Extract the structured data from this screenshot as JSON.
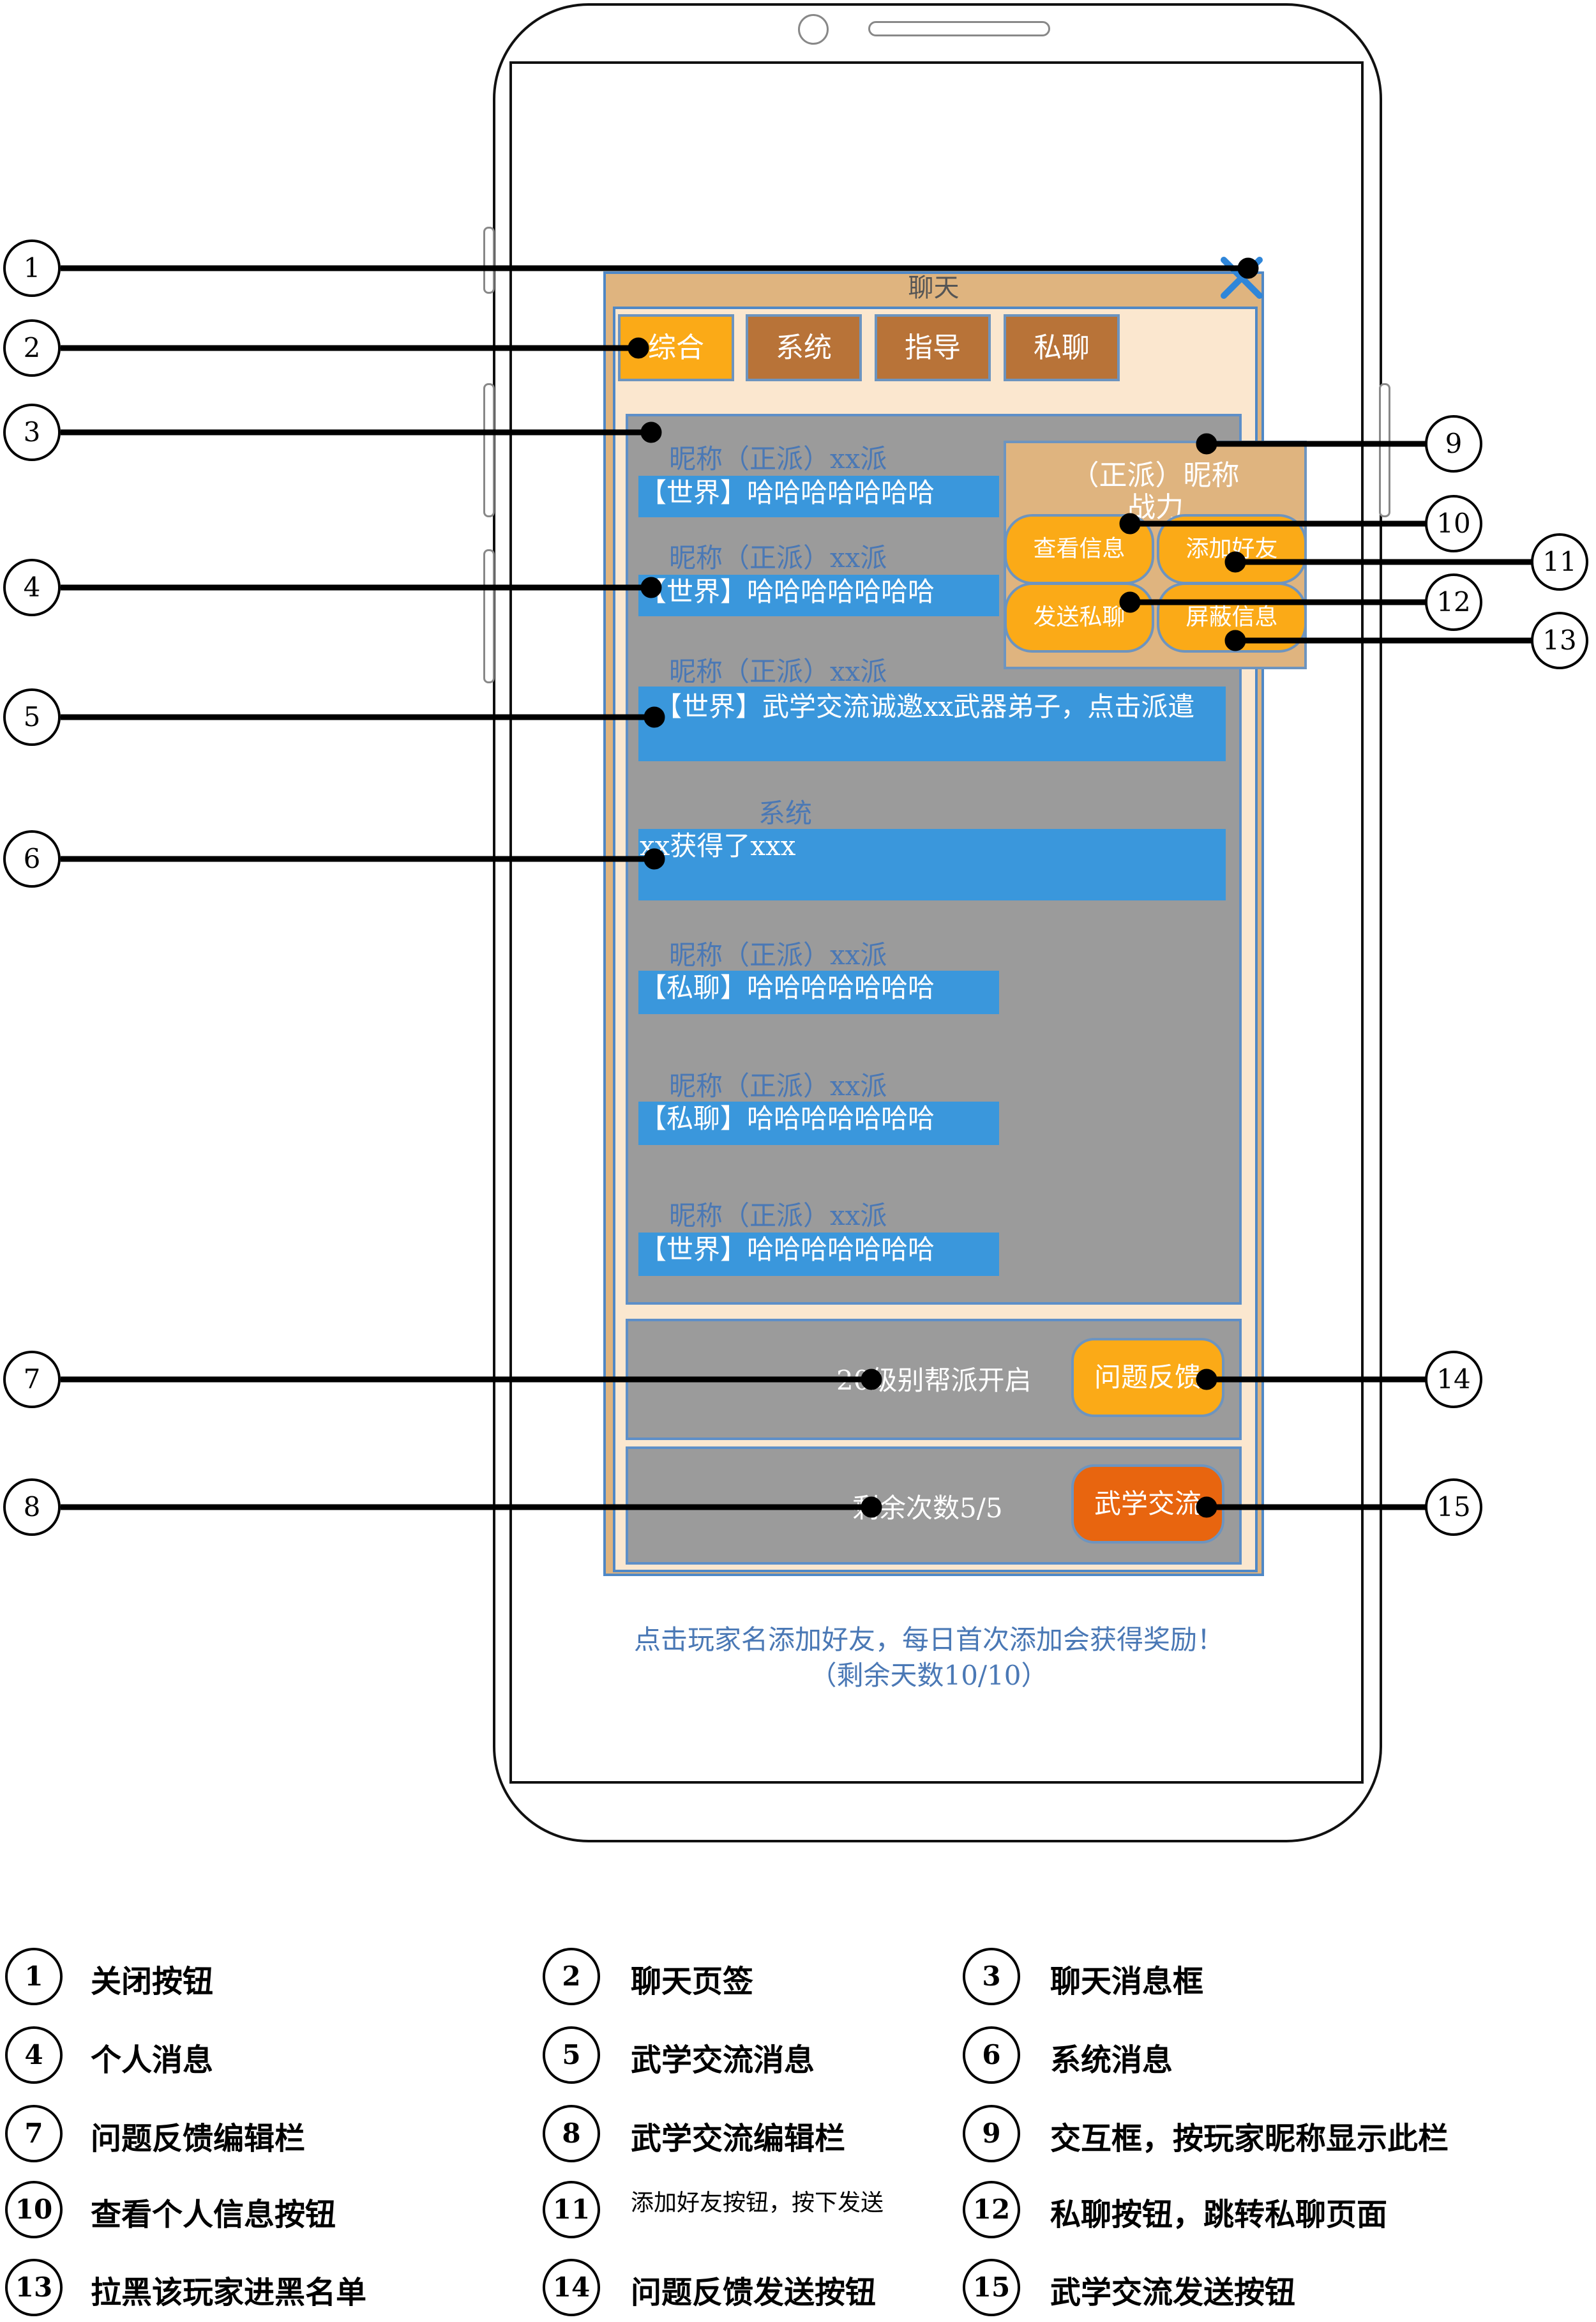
{
  "chat": {
    "title": "聊天",
    "tabs": [
      {
        "label": "综合",
        "active": true
      },
      {
        "label": "系统",
        "active": false
      },
      {
        "label": "指导",
        "active": false
      },
      {
        "label": "私聊",
        "active": false
      }
    ],
    "messages": [
      {
        "sender": "昵称（正派）xx派",
        "text": "【世界】哈哈哈哈哈哈哈"
      },
      {
        "sender": "昵称（正派）xx派",
        "text": "【世界】哈哈哈哈哈哈哈"
      },
      {
        "sender": "昵称（正派）xx派",
        "text": "【世界】武学交流诚邀xx武器弟子，点击派遣"
      },
      {
        "sender": "系统",
        "text": "xx获得了xxx"
      },
      {
        "sender": "昵称（正派）xx派",
        "text": "【私聊】哈哈哈哈哈哈哈"
      },
      {
        "sender": "昵称（正派）xx派",
        "text": "【私聊】哈哈哈哈哈哈哈"
      },
      {
        "sender": "昵称（正派）xx派",
        "text": "【世界】哈哈哈哈哈哈哈"
      }
    ],
    "popup": {
      "name": "（正派）昵称",
      "power": "战力",
      "buttons": [
        "查看信息",
        "添加好友",
        "发送私聊",
        "屏蔽信息"
      ]
    },
    "feedback_bar": {
      "text": "20级别帮派开启",
      "button": "问题反馈"
    },
    "wuxue_bar": {
      "text": "剩余次数5/5",
      "button": "武学交流"
    },
    "hint": "点击玩家名添加好友，每日首次添加会获得奖励！（剩余天数10/10）"
  },
  "callouts": [
    "1",
    "2",
    "3",
    "4",
    "5",
    "6",
    "7",
    "8",
    "9",
    "10",
    "11",
    "12",
    "13",
    "14",
    "15"
  ],
  "legend": [
    {
      "num": "1",
      "text": "关闭按钮"
    },
    {
      "num": "2",
      "text": "聊天页签"
    },
    {
      "num": "3",
      "text": "聊天消息框"
    },
    {
      "num": "4",
      "text": "个人消息"
    },
    {
      "num": "5",
      "text": "武学交流消息"
    },
    {
      "num": "6",
      "text": "系统消息"
    },
    {
      "num": "7",
      "text": "问题反馈编辑栏"
    },
    {
      "num": "8",
      "text": "武学交流编辑栏"
    },
    {
      "num": "9",
      "text": "交互框，按玩家昵称显示此栏"
    },
    {
      "num": "10",
      "text": "查看个人信息按钮"
    },
    {
      "num": "11",
      "text": "添加好友按钮，按下发送"
    },
    {
      "num": "12",
      "text": "私聊按钮，跳转私聊页面"
    },
    {
      "num": "13",
      "text": "拉黑该玩家进黑名单"
    },
    {
      "num": "14",
      "text": "问题反馈发送按钮"
    },
    {
      "num": "15",
      "text": "武学交流发送按钮"
    }
  ],
  "colors": {
    "window_frame": "#dfb47f",
    "window_bg": "#fbe7cf",
    "tab_active": "#fbaa17",
    "tab_normal": "#b87338",
    "message_panel": "#9b9b9b",
    "bubble": "#3a97dc",
    "sender_text": "#4a78b5",
    "wuxue_button": "#e8650f"
  }
}
